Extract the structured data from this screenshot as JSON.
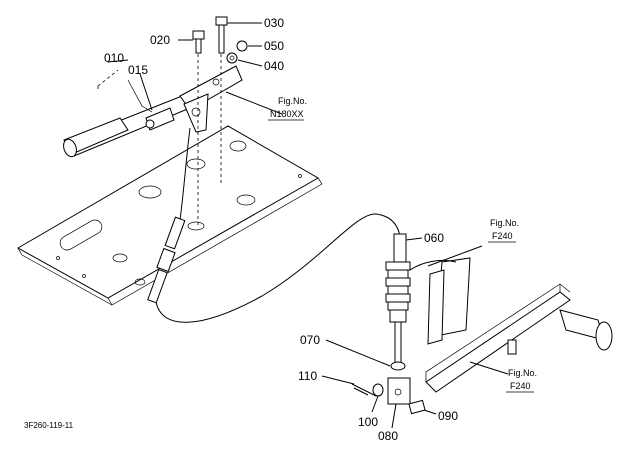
{
  "diagram_code": "3F260-119-11",
  "parts": [
    {
      "id": "p010",
      "label": "010"
    },
    {
      "id": "p015",
      "label": "015"
    },
    {
      "id": "p020",
      "label": "020"
    },
    {
      "id": "p030",
      "label": "030"
    },
    {
      "id": "p040",
      "label": "040"
    },
    {
      "id": "p050",
      "label": "050"
    },
    {
      "id": "p060",
      "label": "060"
    },
    {
      "id": "p070",
      "label": "070"
    },
    {
      "id": "p080",
      "label": "080"
    },
    {
      "id": "p090",
      "label": "090"
    },
    {
      "id": "p100",
      "label": "100"
    },
    {
      "id": "p110",
      "label": "110"
    }
  ],
  "figure_refs": [
    {
      "title": "Fig.No.",
      "number": "N180XX"
    },
    {
      "title": "Fig.No.",
      "number": "F240"
    },
    {
      "title": "Fig.No.",
      "number": "F240"
    }
  ]
}
